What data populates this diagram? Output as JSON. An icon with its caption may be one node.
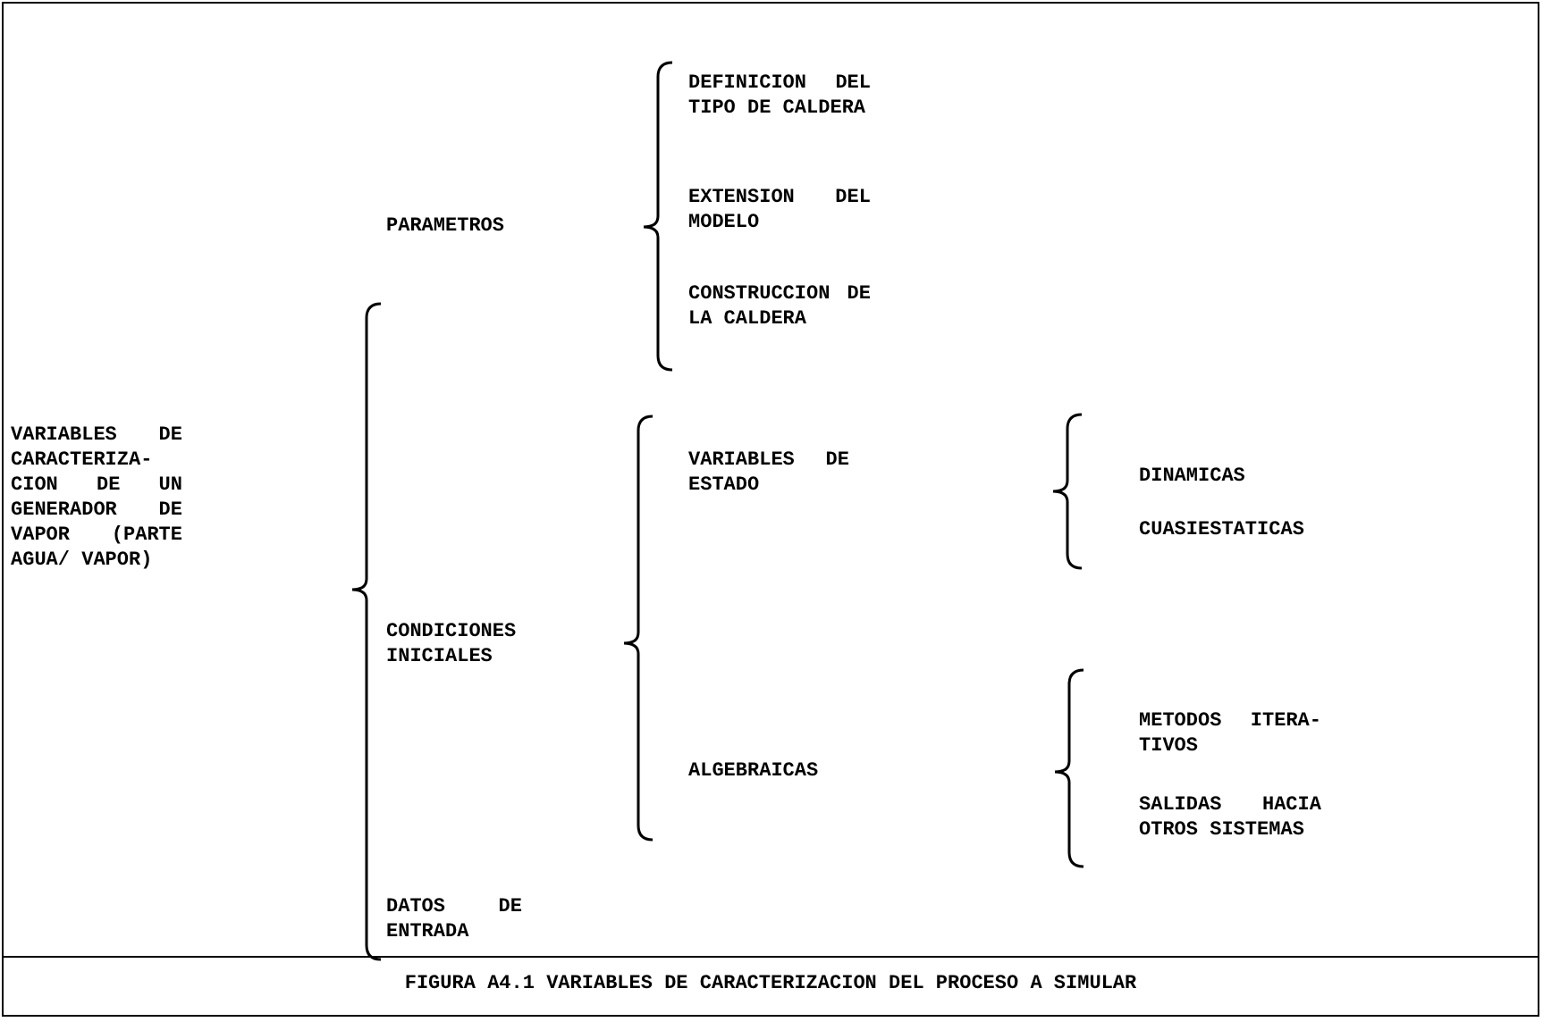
{
  "diagram": {
    "caption": "FIGURA A4.1 VARIABLES DE CARACTERIZACION DEL PROCESO A SIMULAR",
    "labels": [
      "VARIABLES DE CARACTERIZA- CION DE UN GENERADOR DE VAPOR (PARTE AGUA/ VAPOR)",
      "PARAMETROS",
      "DEFINICION DEL TIPO DE CALDERA",
      "EXTENSION DEL MODELO",
      "CONSTRUCCION DE LA CALDERA",
      "CONDICIONES INICIALES",
      "VARIABLES DE ESTADO",
      "DINAMICAS",
      "CUASIESTATICAS",
      "ALGEBRAICAS",
      "METODOS ITERA- TIVOS",
      "SALIDAS HACIA OTROS SISTEMAS",
      "DATOS DE ENTRADA"
    ]
  }
}
